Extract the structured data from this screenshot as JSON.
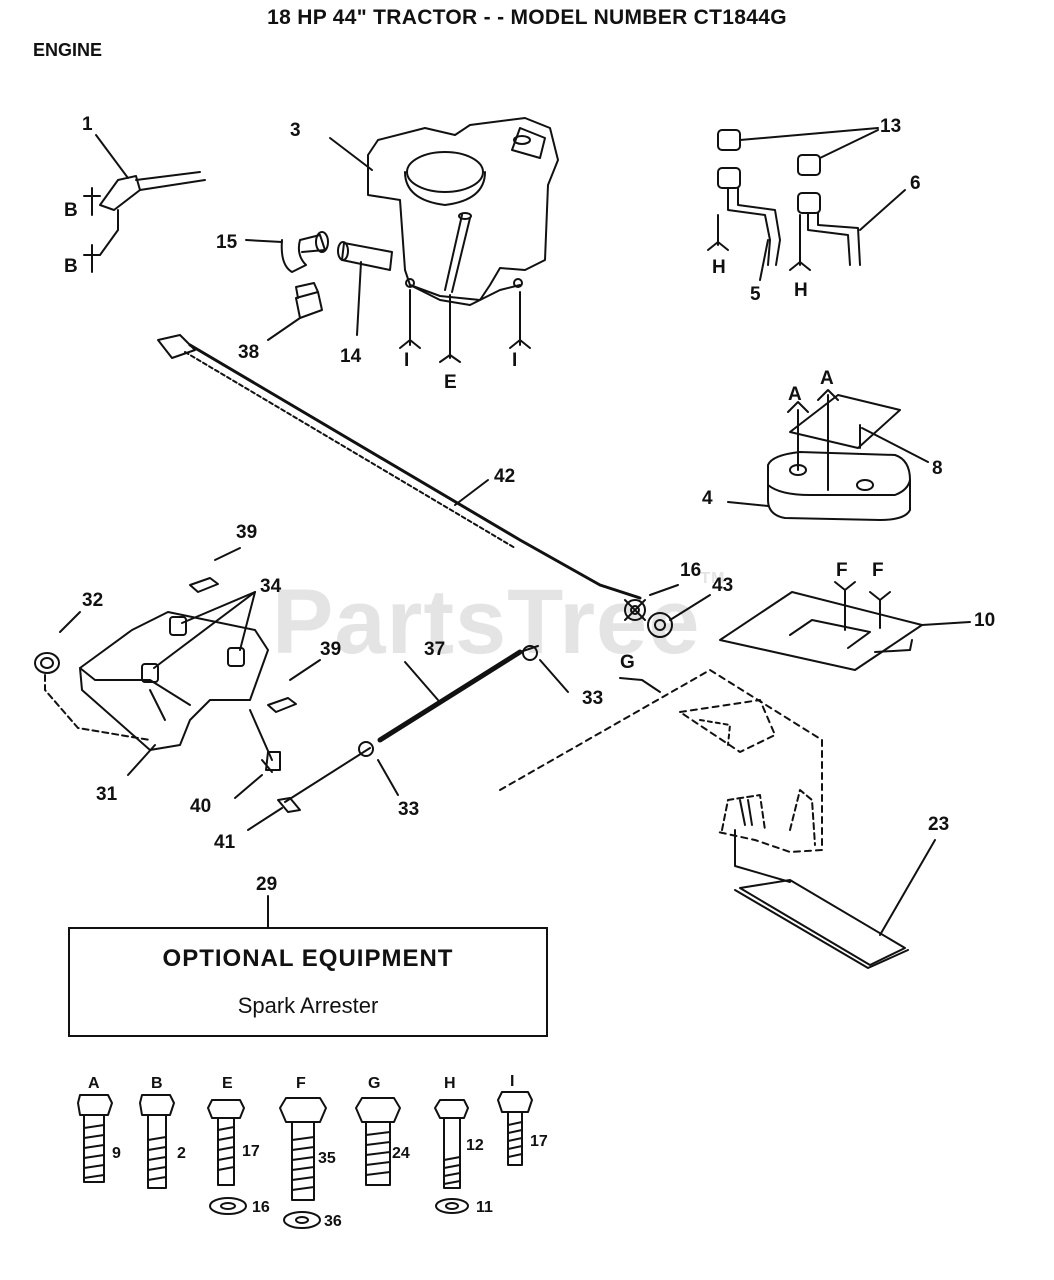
{
  "title": "18 HP 44\" TRACTOR - - MODEL NUMBER CT1844G",
  "section": "ENGINE",
  "watermark": {
    "text": "PartsTree",
    "tm": "TM"
  },
  "optional_equipment": {
    "title": "OPTIONAL EQUIPMENT",
    "item": "Spark Arrester"
  },
  "callouts": [
    "1",
    "3",
    "13",
    "6",
    "15",
    "14",
    "38",
    "5",
    "42",
    "39",
    "32",
    "34",
    "16",
    "43",
    "10",
    "37",
    "39",
    "33",
    "31",
    "40",
    "41",
    "33",
    "29",
    "23",
    "4",
    "8"
  ],
  "letter_refs": [
    "B",
    "B",
    "I",
    "E",
    "I",
    "H",
    "H",
    "A",
    "A",
    "F",
    "F",
    "G"
  ],
  "fasteners": [
    {
      "letter": "A",
      "part": "9"
    },
    {
      "letter": "B",
      "part": "2"
    },
    {
      "letter": "E",
      "part": "17",
      "washer": "16"
    },
    {
      "letter": "F",
      "part": "35",
      "washer": "36"
    },
    {
      "letter": "G",
      "part": "24"
    },
    {
      "letter": "H",
      "part": "12",
      "washer": "11"
    },
    {
      "letter": "I",
      "part": "17"
    }
  ]
}
